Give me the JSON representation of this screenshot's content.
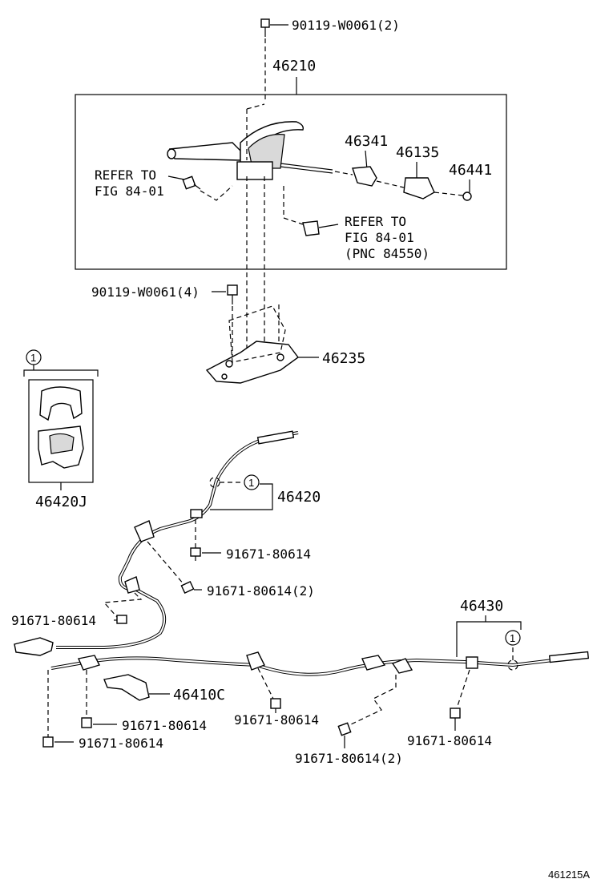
{
  "labels": {
    "bolt_top": "90119-W0061(2)",
    "lever_assy": "46210",
    "refer_left_1": "REFER TO",
    "refer_left_2": "FIG 84-01",
    "part_46341": "46341",
    "part_46135": "46135",
    "part_46441": "46441",
    "refer_right_1": "REFER TO",
    "refer_right_2": "FIG 84-01",
    "refer_right_3": "(PNC 84550)",
    "bolt_mid": "90119-W0061(4)",
    "bracket": "46235",
    "kit_callout": "1",
    "kit_part": "46420J",
    "cable_front": "46420",
    "cable_front_callout": "1",
    "bolt_a": "91671-80614",
    "bolt_b": "91671-80614(2)",
    "bolt_c": "91671-80614",
    "cable_rear": "46430",
    "cable_rear_callout": "1",
    "guide": "46410C",
    "bolt_d": "91671-80614",
    "bolt_e": "91671-80614",
    "bolt_f": "91671-80614",
    "bolt_g": "91671-80614(2)",
    "bolt_h": "91671-80614",
    "figure_id": "461215A"
  }
}
